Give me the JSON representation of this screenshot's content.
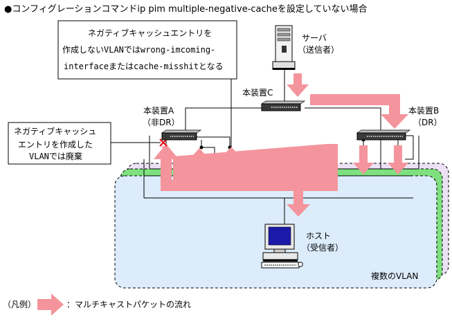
{
  "heading": "●コンフィグレーションコマンドip pim multiple-negative-cacheを設定していない場合",
  "note_top": {
    "line1": "ネガティブキャッシュエントリを",
    "line2": "作成しないVLANではwrong-imcoming-",
    "line3": "interfaceまたはcache-misshitとなる"
  },
  "note_left": {
    "line1": "ネガティブキャッシュ",
    "line2": "エントリを作成した",
    "line3": "VLANでは廃棄"
  },
  "server": {
    "name": "サーバ",
    "role": "（送信者）"
  },
  "device_c": {
    "name": "本装置C"
  },
  "device_a": {
    "name": "本装置A",
    "role": "（非DR）"
  },
  "device_b": {
    "name": "本装置B",
    "role": "（DR）"
  },
  "host": {
    "name": "ホスト",
    "role": "（受信者）"
  },
  "vlan_label": "複数のVLAN",
  "legend": {
    "prefix": "（凡例）",
    "description": "：マルチキャストパケットの流れ"
  },
  "colors": {
    "arrow": "#f4949c",
    "vlan_front": "#dcecfa",
    "vlan_middle": "#7ee07e",
    "vlan_back": "#ece0f4",
    "discard_mark": "#e60012"
  }
}
